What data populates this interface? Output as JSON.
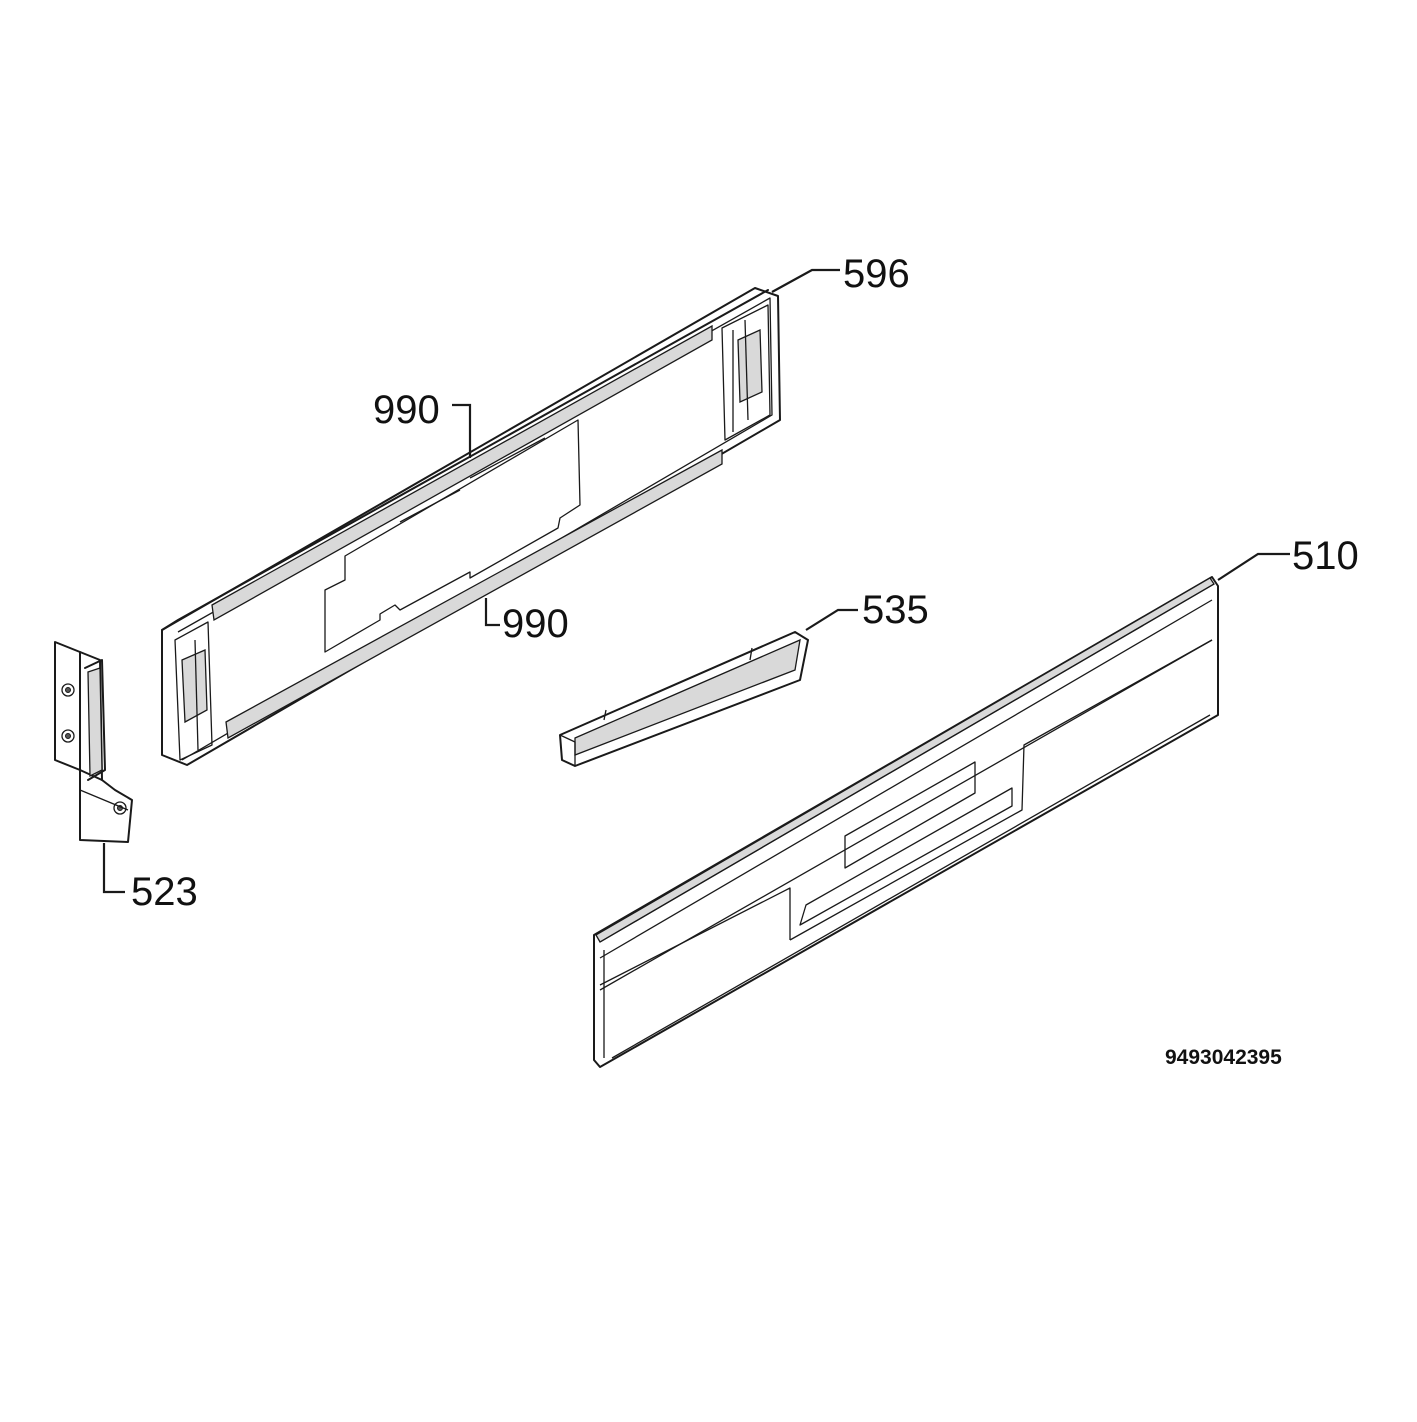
{
  "diagram": {
    "parts": [
      {
        "id": "596",
        "label": "596"
      },
      {
        "id": "990a",
        "label": "990"
      },
      {
        "id": "990b",
        "label": "990"
      },
      {
        "id": "535",
        "label": "535"
      },
      {
        "id": "510",
        "label": "510"
      },
      {
        "id": "523",
        "label": "523"
      }
    ],
    "drawing_number": "9493042395"
  }
}
